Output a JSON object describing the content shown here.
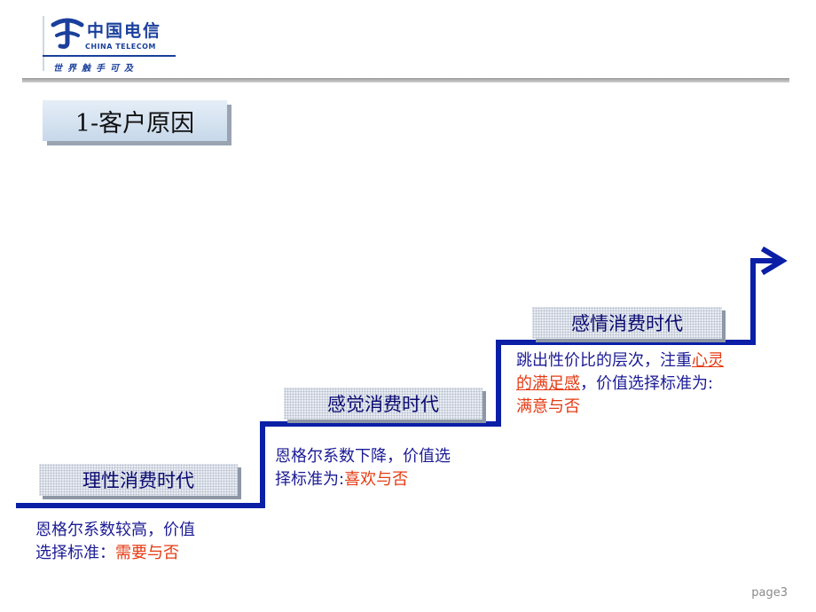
{
  "logo": {
    "cn": "中国电信",
    "en": "CHINA TELECOM",
    "slogan": "世界触手可及"
  },
  "title": "1-客户原因",
  "steps": [
    {
      "label": "理性消费时代",
      "desc_line1": "恩格尔系数较高，价值",
      "desc_line2_pre": "选择标准：",
      "desc_line2_hl": "需要与否"
    },
    {
      "label": "感觉消费时代",
      "desc_line1": "恩格尔系数下降，价值选",
      "desc_line2_pre": "择标准为:",
      "desc_line2_hl": "喜欢与否"
    },
    {
      "label": "感情消费时代",
      "desc_line1_pre": "跳出性价比的层次，注重",
      "desc_line1_ul": "心灵",
      "desc_line2_ul": "的满足感",
      "desc_line2_post": "，价值选择标准为:",
      "desc_line3_hl": "满意与否"
    }
  ],
  "page": "page3",
  "colors": {
    "stairs": "#0a1fa6",
    "label_text": "#0a0a70",
    "desc_text": "#1c1c96",
    "highlight": "#e53a12"
  }
}
